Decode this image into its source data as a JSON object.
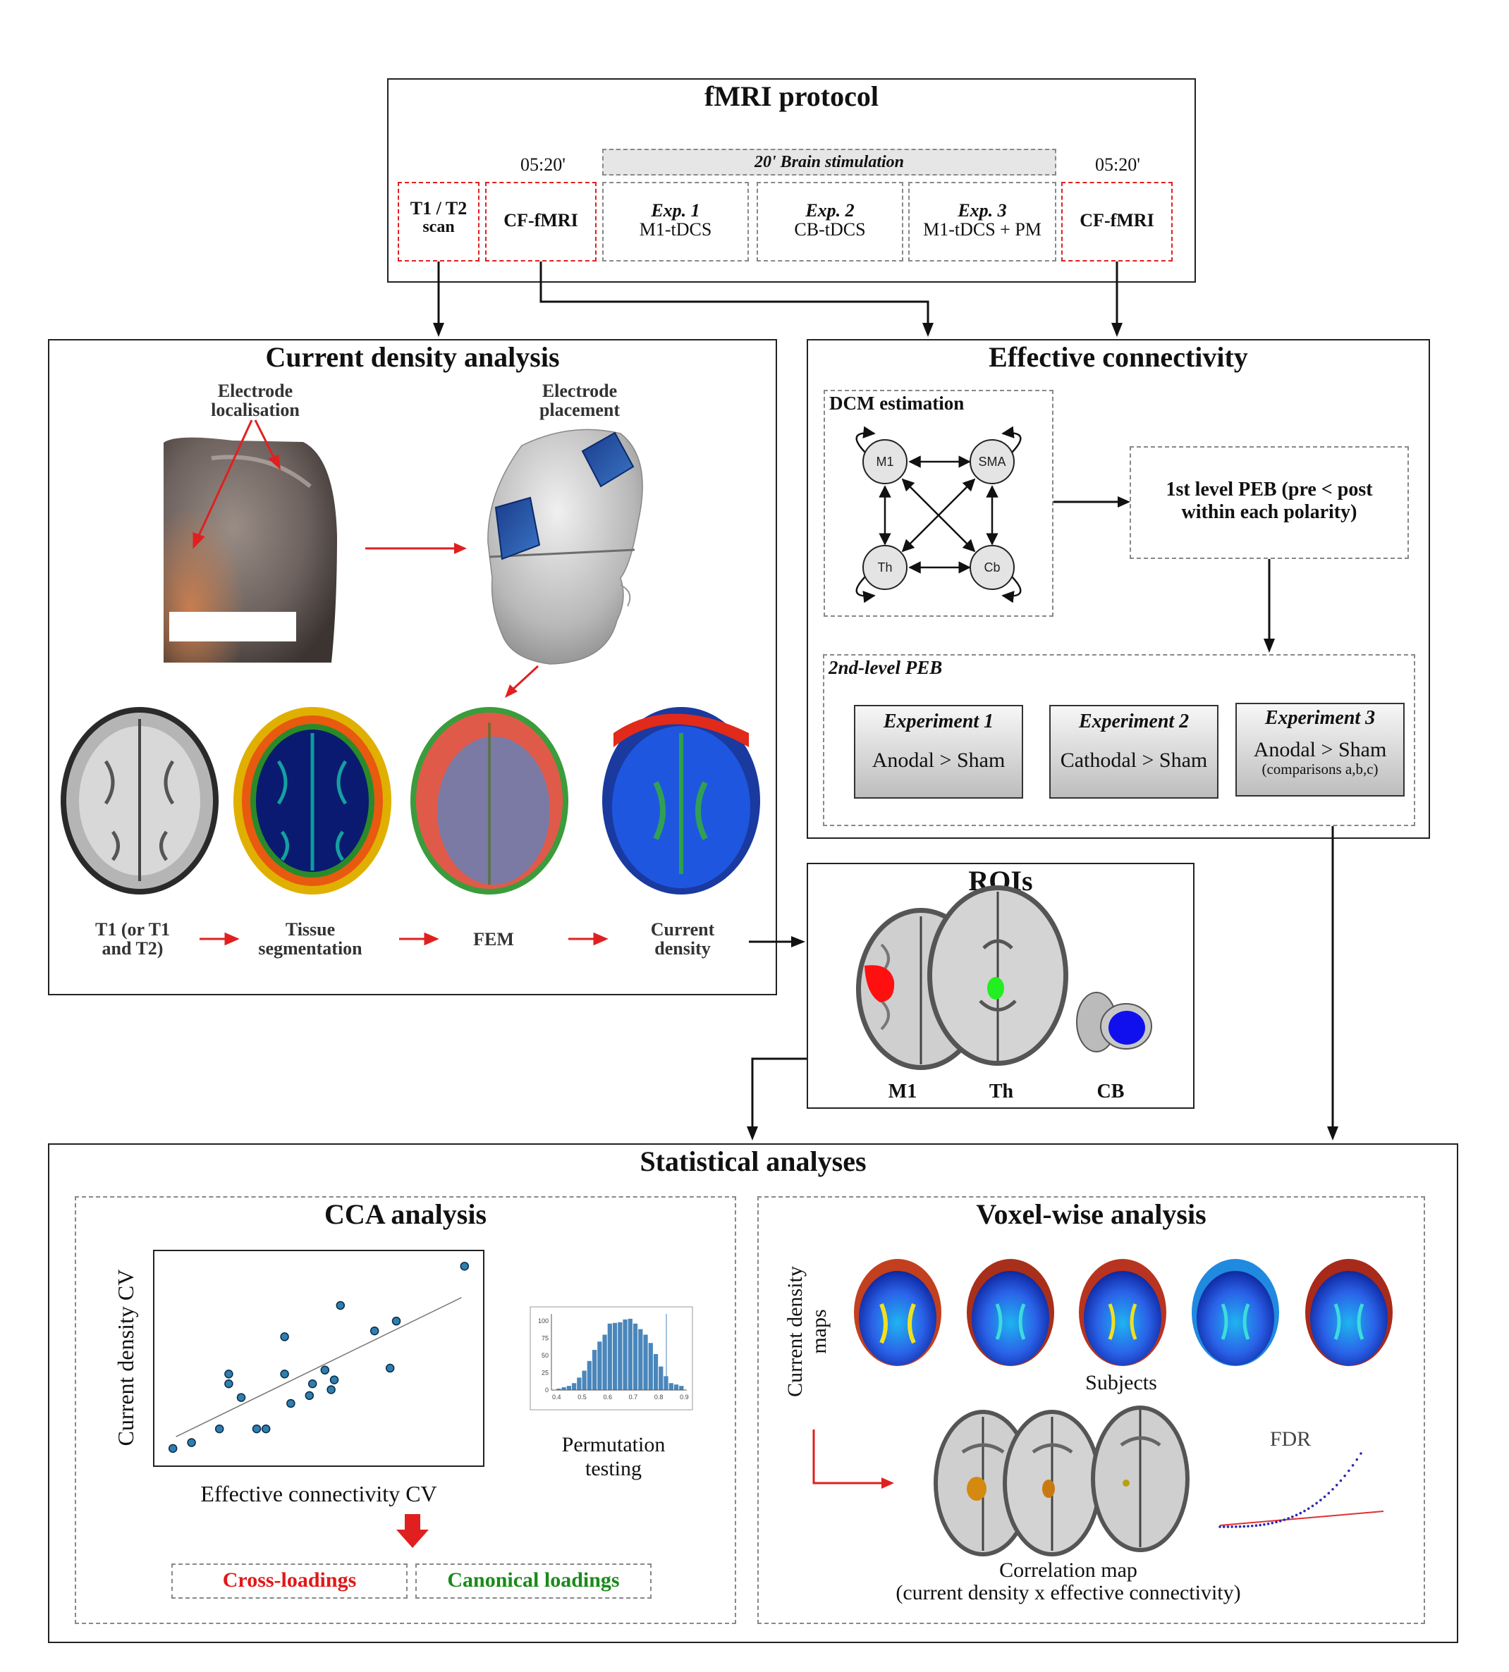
{
  "protocol": {
    "title": "fMRI protocol",
    "time_pre": "05:20'",
    "time_post": "05:20'",
    "stim_banner": "20' Brain stimulation",
    "t1t2_line1": "T1 / T2",
    "t1t2_line2": "scan",
    "cf_pre": "CF-fMRI",
    "cf_post": "CF-fMRI",
    "exp1_title": "Exp. 1",
    "exp1_sub": "M1-tDCS",
    "exp2_title": "Exp. 2",
    "exp2_sub": "CB-tDCS",
    "exp3_title": "Exp. 3",
    "exp3_sub": "M1-tDCS + PM"
  },
  "current_density": {
    "title": "Current density analysis",
    "electrode_loc_1": "Electrode",
    "electrode_loc_2": "localisation",
    "electrode_place_1": "Electrode",
    "electrode_place_2": "placement",
    "step1_1": "T1 (or T1",
    "step1_2": "and T2)",
    "step2_1": "Tissue",
    "step2_2": "segmentation",
    "step3": "FEM",
    "step4_1": "Current",
    "step4_2": "density"
  },
  "effective_connectivity": {
    "title": "Effective connectivity",
    "dcm_title": "DCM estimation",
    "nodes": [
      "M1",
      "SMA",
      "Th",
      "Cb"
    ],
    "peb1_line1": "1st level PEB (pre < post",
    "peb1_line2": "within each polarity)",
    "peb2_title": "2nd-level PEB",
    "exp1_title": "Experiment 1",
    "exp1_text": "Anodal > Sham",
    "exp2_title": "Experiment 2",
    "exp2_text": "Cathodal > Sham",
    "exp3_title": "Experiment 3",
    "exp3_text": "Anodal > Sham",
    "exp3_sub": "(comparisons a,b,c)"
  },
  "rois": {
    "title": "ROIs",
    "labels": [
      "M1",
      "Th",
      "CB"
    ],
    "colors": {
      "m1": "#ff1010",
      "th": "#22ee22",
      "cb": "#1010ee"
    }
  },
  "statistical": {
    "title": "Statistical analyses",
    "cca_title": "CCA analysis",
    "ylabel": "Current density CV",
    "xlabel": "Effective connectivity CV",
    "perm_1": "Permutation",
    "perm_2": "testing",
    "cross_loadings": "Cross-loadings",
    "canonical_loadings": "Canonical loadings",
    "voxel_title": "Voxel-wise analysis",
    "cd_maps_1": "Current density",
    "cd_maps_2": "maps",
    "subjects": "Subjects",
    "fdr": "FDR",
    "corr_1": "Correlation map",
    "corr_2": "(current density x effective connectivity)"
  },
  "chart_data": [
    {
      "type": "scatter",
      "title": "",
      "xlabel": "Effective connectivity CV",
      "ylabel": "Current density CV",
      "x": [
        0.03,
        0.09,
        0.18,
        0.3,
        0.33,
        0.21,
        0.21,
        0.25,
        0.39,
        0.39,
        0.41,
        0.47,
        0.48,
        0.52,
        0.57,
        0.54,
        0.55,
        0.68,
        0.73,
        0.75,
        0.97
      ],
      "y": [
        0.04,
        0.07,
        0.14,
        0.14,
        0.14,
        0.37,
        0.42,
        0.3,
        0.61,
        0.42,
        0.27,
        0.31,
        0.37,
        0.44,
        0.77,
        0.34,
        0.39,
        0.64,
        0.45,
        0.69,
        0.97
      ],
      "fit": [
        [
          0.04,
          0.1
        ],
        [
          0.96,
          0.81
        ]
      ]
    },
    {
      "type": "bar",
      "title": "",
      "categories": [
        0.4,
        0.42,
        0.44,
        0.46,
        0.48,
        0.5,
        0.52,
        0.54,
        0.56,
        0.58,
        0.6,
        0.62,
        0.64,
        0.66,
        0.68,
        0.7,
        0.72,
        0.74,
        0.76,
        0.78,
        0.8,
        0.82,
        0.84,
        0.86,
        0.88
      ],
      "values": [
        2,
        4,
        6,
        10,
        18,
        28,
        42,
        58,
        70,
        80,
        96,
        97,
        98,
        102,
        103,
        96,
        88,
        80,
        68,
        52,
        34,
        20,
        10,
        8,
        6
      ],
      "xticks": [
        "0.4",
        "0.5",
        "0.6",
        "0.7",
        "0.8",
        "0.9"
      ],
      "yticks": [
        "0",
        "25",
        "50",
        "75",
        "100"
      ],
      "ylim": [
        0,
        110
      ],
      "observed": 0.83,
      "color": "#4a86bb"
    }
  ]
}
